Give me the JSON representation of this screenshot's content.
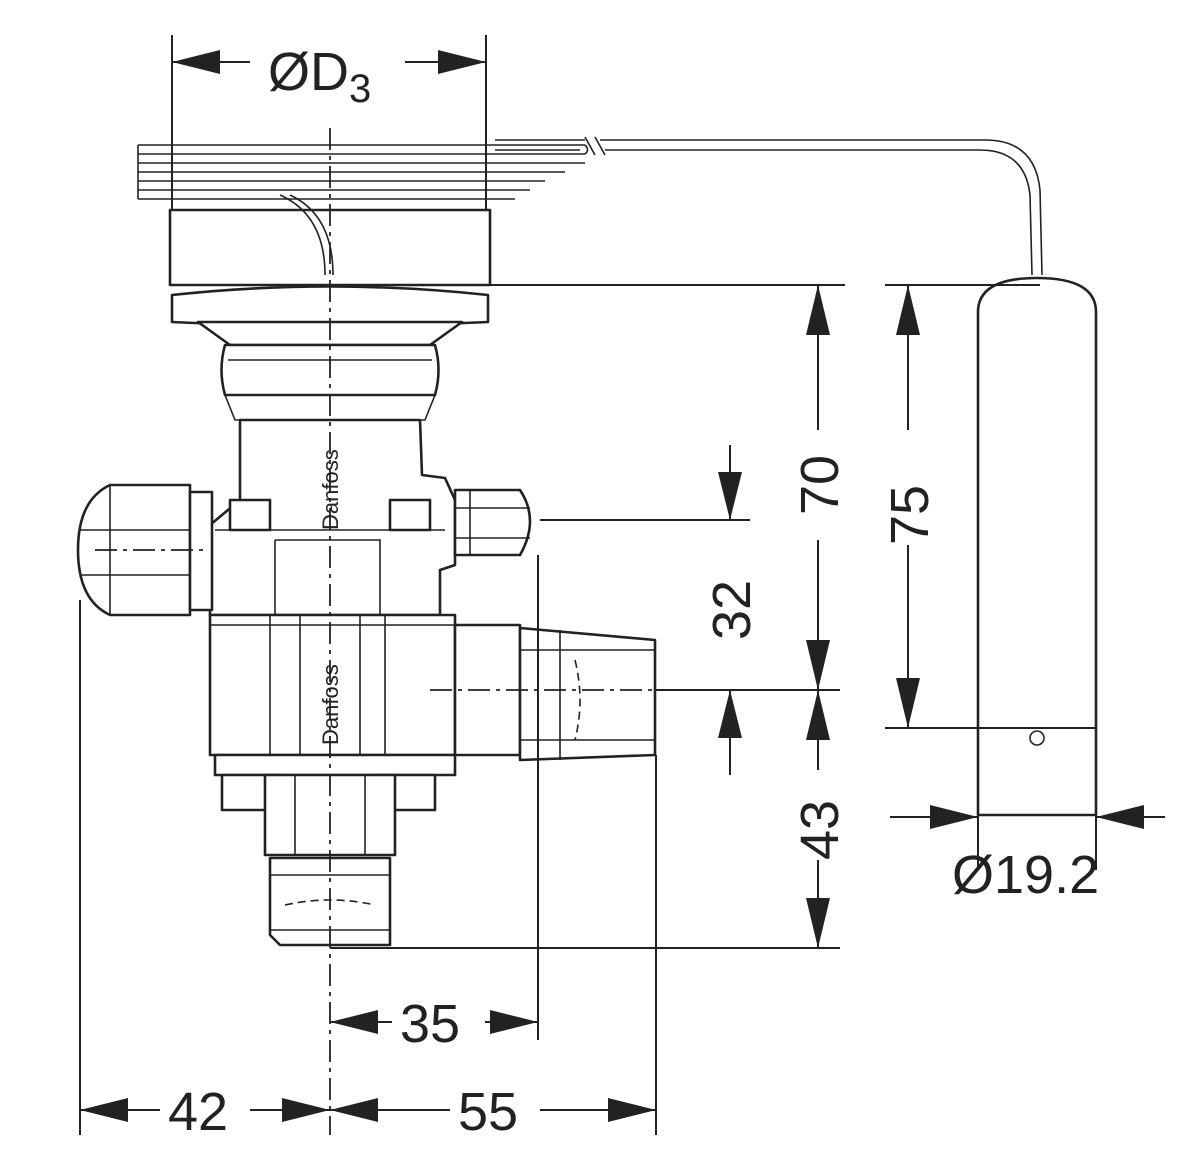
{
  "dimensions": {
    "d3_prefix": "ØD",
    "d3_sub": "3",
    "d70": "70",
    "d75": "75",
    "d32": "32",
    "d43": "43",
    "d35": "35",
    "d42": "42",
    "d55": "55",
    "bulb_diameter": "Ø19.2"
  },
  "branding": {
    "upper": "Danfoss",
    "lower": "Danfoss"
  }
}
